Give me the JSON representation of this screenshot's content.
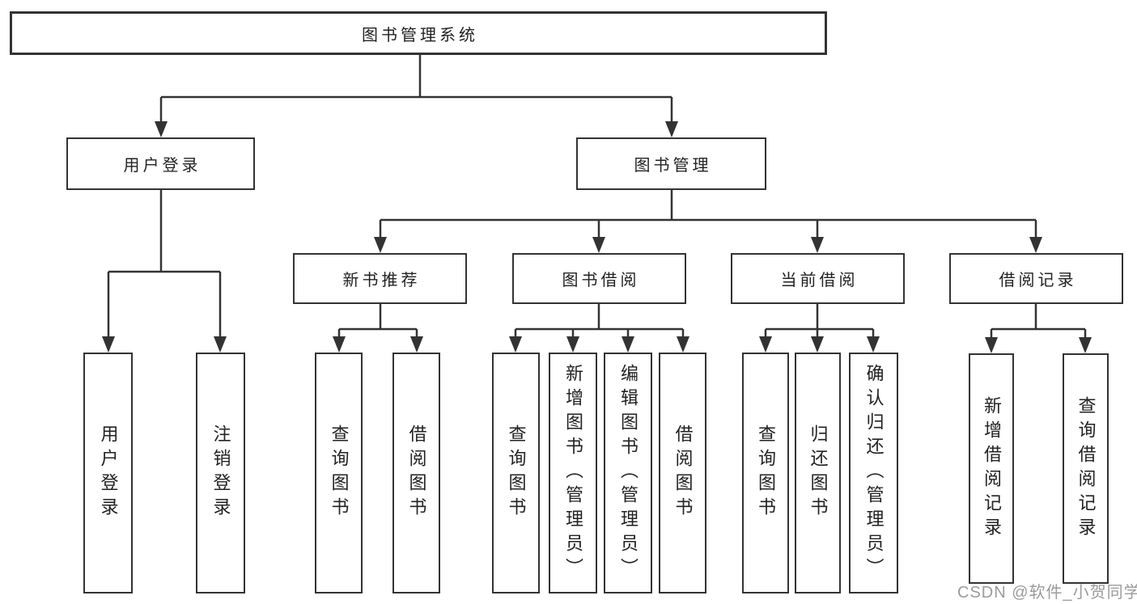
{
  "nodes": {
    "root": "图书管理系统",
    "level2": [
      "用户登录",
      "图书管理"
    ],
    "level3": [
      "新书推荐",
      "图书借阅",
      "当前借阅",
      "借阅记录"
    ],
    "leaves": {
      "login": [
        "用户登录",
        "注销登录"
      ],
      "recommend": [
        "查询图书",
        "借阅图书"
      ],
      "borrow": [
        "查询图书",
        "新增图书（管理员）",
        "编辑图书（管理员）",
        "借阅图书"
      ],
      "current": [
        "查询图书",
        "归还图书",
        "确认归还（管理员）"
      ],
      "records": [
        "新增借阅记录",
        "查询借阅记录"
      ]
    }
  },
  "watermark": "CSDN @软件_小贺同学",
  "colors": {
    "line": "#333333",
    "text": "#222222",
    "watermark": "#9b9b9b",
    "background": "#ffffff"
  }
}
